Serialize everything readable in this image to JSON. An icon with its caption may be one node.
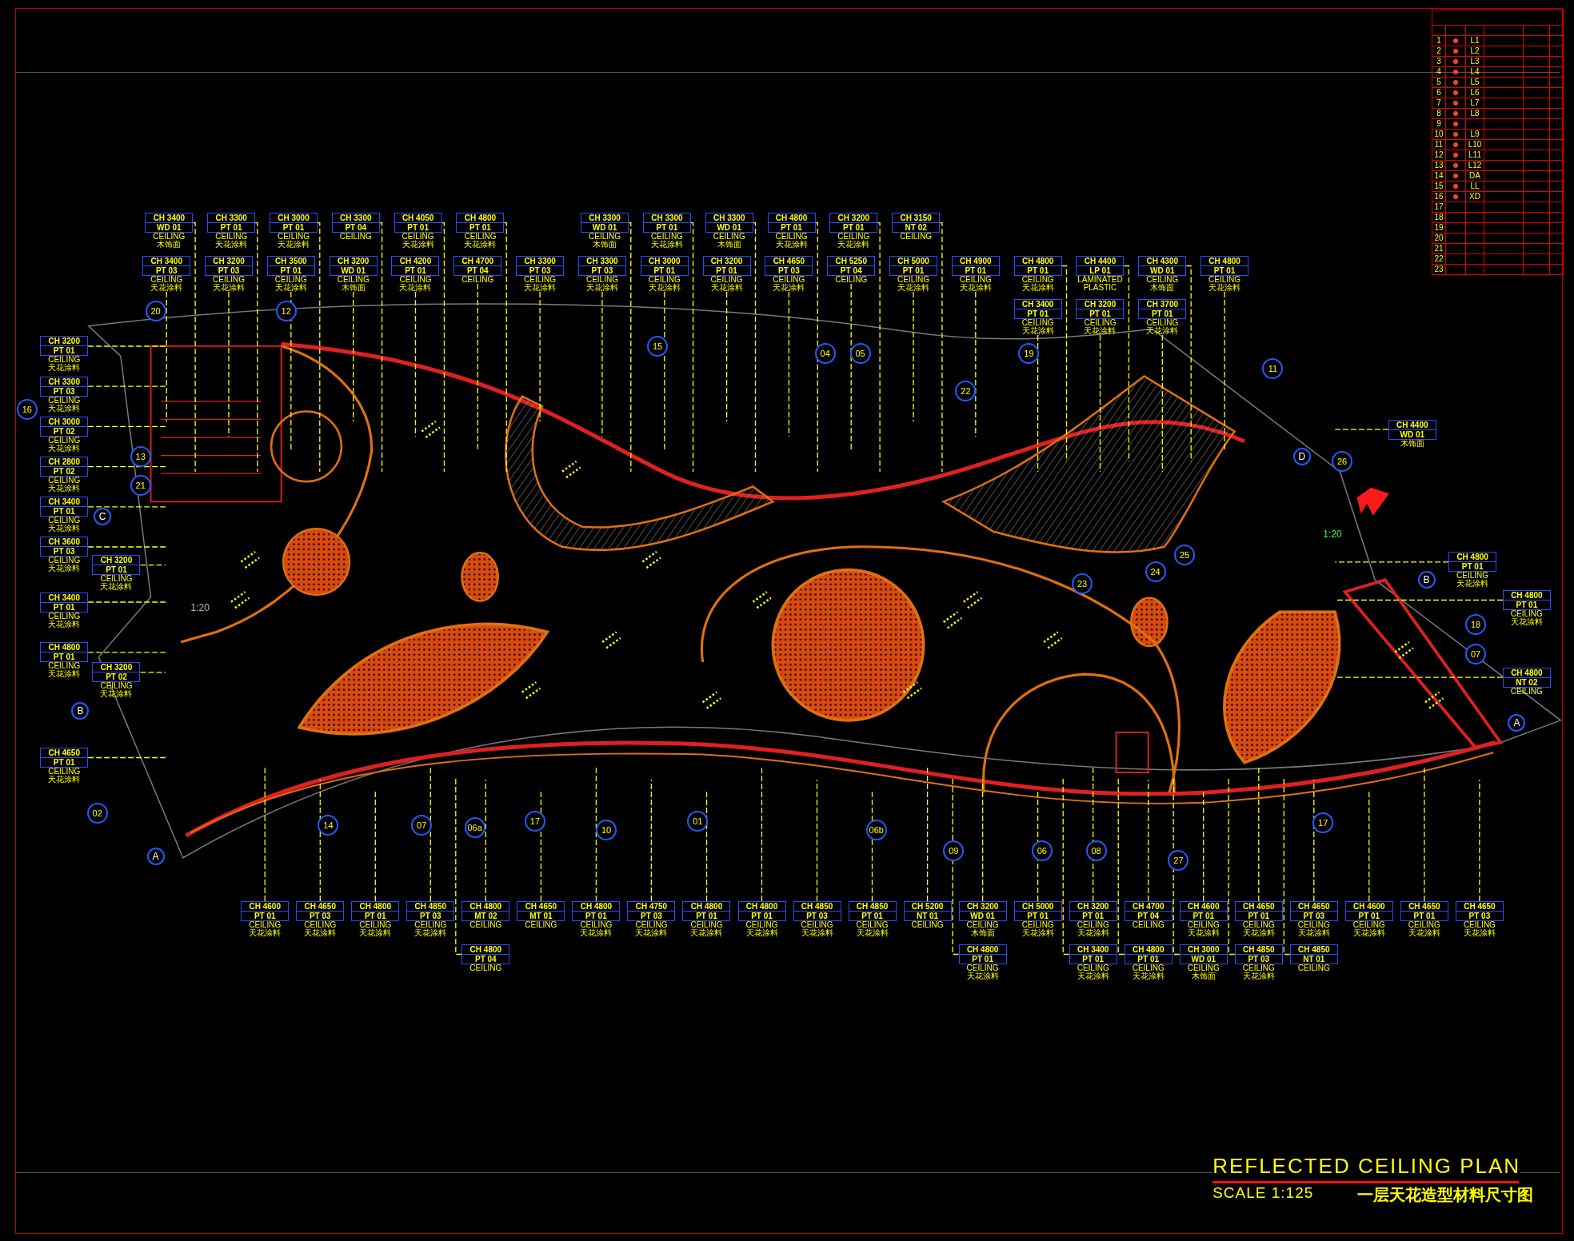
{
  "diagram": {
    "title": "REFLECTED CEILING PLAN",
    "nodes": [
      {
        "text": [
          "CH 3400",
          "WD 01",
          "CEILING",
          "木饰面"
        ]
      },
      {
        "text": [
          "CH 3300",
          "PT 01",
          "CEILING",
          "天花涂料"
        ]
      },
      {
        "text": [
          "CH 3000",
          "PT 01",
          "CEILING",
          "天花涂料"
        ]
      },
      {
        "text": [
          "CH 3300",
          "PT 04",
          "CEILING"
        ]
      },
      {
        "text": [
          "CH 4050",
          "PT 01",
          "CEILING",
          "天花涂料"
        ]
      },
      {
        "text": [
          "CH 4800",
          "PT 01",
          "CEILING",
          "天花涂料"
        ]
      },
      {
        "text": [
          "CH 3300",
          "WD 01",
          "CEILING",
          "木饰面"
        ]
      },
      {
        "text": [
          "CH 3300",
          "PT 01",
          "CEILING",
          "天花涂料"
        ]
      },
      {
        "text": [
          "CH 3300",
          "WD 01",
          "CEILING",
          "木饰面"
        ]
      },
      {
        "text": [
          "CH 4800",
          "PT 01",
          "CEILING",
          "天花涂料"
        ]
      },
      {
        "text": [
          "CH 3200",
          "PT 01",
          "CEILING",
          "天花涂料"
        ]
      },
      {
        "text": [
          "CH 3150",
          "NT 02",
          "CEILING"
        ]
      },
      {
        "text": [
          "CH 3400",
          "PT 03",
          "CEILING",
          "天花涂料"
        ]
      },
      {
        "text": [
          "CH 3200",
          "PT 03",
          "CEILING",
          "天花涂料"
        ]
      },
      {
        "text": [
          "CH 3500",
          "PT 01",
          "CEILING",
          "天花涂料"
        ]
      },
      {
        "text": [
          "CH 3200",
          "WD 01",
          "CEILING",
          "木饰面"
        ]
      },
      {
        "text": [
          "CH 4200",
          "PT 01",
          "CEILING",
          "天花涂料"
        ]
      },
      {
        "text": [
          "CH 4700",
          "PT 04",
          "CEILING"
        ]
      },
      {
        "text": [
          "CH 3300",
          "PT 03",
          "CEILING",
          "天花涂料"
        ]
      },
      {
        "text": [
          "CH 3300",
          "PT 03",
          "CEILING",
          "天花涂料"
        ]
      },
      {
        "text": [
          "CH 3000",
          "PT 01",
          "CEILING",
          "天花涂料"
        ]
      },
      {
        "text": [
          "CH 3200",
          "PT 01",
          "CEILING",
          "天花涂料"
        ]
      },
      {
        "text": [
          "CH 4650",
          "PT 03",
          "CEILING",
          "天花涂料"
        ]
      },
      {
        "text": [
          "CH 5250",
          "PT 04",
          "CEILING"
        ]
      },
      {
        "text": [
          "CH 5000",
          "PT 01",
          "CEILING",
          "天花涂料"
        ]
      },
      {
        "text": [
          "CH 4900",
          "PT 01",
          "CEILING",
          "天花涂料"
        ]
      },
      {
        "text": [
          "CH 4800",
          "PT 01",
          "CEILING",
          "天花涂料"
        ]
      },
      {
        "text": [
          "CH 4400",
          "LP 01",
          "LAMINATED PLASTIC"
        ]
      },
      {
        "text": [
          "CH 4300",
          "WD 01",
          "CEILING",
          "木饰面"
        ]
      },
      {
        "text": [
          "CH 4800",
          "PT 01",
          "CEILING",
          "天花涂料"
        ]
      },
      {
        "text": [
          "CH 3400",
          "PT 01",
          "CEILING",
          "天花涂料"
        ]
      },
      {
        "text": [
          "CH 3200",
          "PT 01",
          "CEILING",
          "天花涂料"
        ]
      },
      {
        "text": [
          "CH 3700",
          "PT 01",
          "CEILING",
          "天花涂料"
        ]
      },
      {
        "text": [
          "CH 3200",
          "PT 01",
          "CEILING",
          "天花涂料"
        ]
      },
      {
        "text": [
          "CH 3300",
          "PT 03",
          "CEILING",
          "天花涂料"
        ]
      },
      {
        "text": [
          "CH 3000",
          "PT 02",
          "CEILING",
          "天花涂料"
        ]
      },
      {
        "text": [
          "CH 2800",
          "PT 02",
          "CEILING",
          "天花涂料"
        ]
      },
      {
        "text": [
          "CH 3400",
          "PT 01",
          "CEILING",
          "天花涂料"
        ]
      },
      {
        "text": [
          "CH 3600",
          "PT 03",
          "CEILING",
          "天花涂料"
        ]
      },
      {
        "text": [
          "CH 3200",
          "PT 01",
          "CEILING",
          "天花涂料"
        ]
      },
      {
        "text": [
          "CH 3400",
          "PT 01",
          "CEILING",
          "天花涂料"
        ]
      },
      {
        "text": [
          "CH 4800",
          "PT 01",
          "CEILING",
          "天花涂料"
        ]
      },
      {
        "text": [
          "CH 3200",
          "PT 02",
          "CEILING",
          "天花涂料"
        ]
      },
      {
        "text": [
          "CH 4650",
          "PT 01",
          "CEILING",
          "天花涂料"
        ]
      },
      {
        "text": [
          "CH 4400",
          "WD 01",
          "木饰面"
        ]
      },
      {
        "text": [
          "CH 4800",
          "PT 01",
          "CEILING",
          "天花涂料"
        ]
      },
      {
        "text": [
          "CH 4800",
          "PT 01",
          "CEILING",
          "天花涂料"
        ]
      },
      {
        "text": [
          "CH 4800",
          "NT 02",
          "CEILING"
        ]
      },
      {
        "text": [
          "CH 4600",
          "PT 01",
          "CEILING",
          "天花涂料"
        ]
      },
      {
        "text": [
          "CH 4650",
          "PT 03",
          "CEILING",
          "天花涂料"
        ]
      },
      {
        "text": [
          "CH 4800",
          "PT 01",
          "CEILING",
          "天花涂料"
        ]
      },
      {
        "text": [
          "CH 4850",
          "PT 03",
          "CEILING",
          "天花涂料"
        ]
      },
      {
        "text": [
          "CH 4800",
          "MT 02",
          "CEILING"
        ]
      },
      {
        "text": [
          "CH 4650",
          "MT 01",
          "CEILING"
        ]
      },
      {
        "text": [
          "CH 4800",
          "PT 01",
          "CEILING",
          "天花涂料"
        ]
      },
      {
        "text": [
          "CH 4750",
          "PT 03",
          "CEILING",
          "天花涂料"
        ]
      },
      {
        "text": [
          "CH 4800",
          "PT 01",
          "CEILING",
          "天花涂料"
        ]
      },
      {
        "text": [
          "CH 4800",
          "PT 01",
          "CEILING",
          "天花涂料"
        ]
      },
      {
        "text": [
          "CH 4850",
          "PT 03",
          "CEILING",
          "天花涂料"
        ]
      },
      {
        "text": [
          "CH 4850",
          "PT 01",
          "CEILING",
          "天花涂料"
        ]
      },
      {
        "text": [
          "CH 5200",
          "NT 01",
          "CEILING"
        ]
      },
      {
        "text": [
          "CH 3200",
          "WD 01",
          "CEILING",
          "木饰面"
        ]
      },
      {
        "text": [
          "CH 5000",
          "PT 01",
          "CEILING",
          "天花涂料"
        ]
      },
      {
        "text": [
          "CH 3200",
          "PT 01",
          "CEILING",
          "天花涂料"
        ]
      },
      {
        "text": [
          "CH 4700",
          "PT 04",
          "CEILING"
        ]
      },
      {
        "text": [
          "CH 4600",
          "PT 01",
          "CEILING",
          "天花涂料"
        ]
      },
      {
        "text": [
          "CH 4650",
          "PT 01",
          "CEILING",
          "天花涂料"
        ]
      },
      {
        "text": [
          "CH 4650",
          "PT 03",
          "CEILING",
          "天花涂料"
        ]
      },
      {
        "text": [
          "CH 4600",
          "PT 01",
          "CEILING",
          "天花涂料"
        ]
      },
      {
        "text": [
          "CH 4650",
          "PT 01",
          "CEILING",
          "天花涂料"
        ]
      },
      {
        "text": [
          "CH 4650",
          "PT 03",
          "CEILING",
          "天花涂料"
        ]
      },
      {
        "text": [
          "CH 4800",
          "PT 04",
          "CEILING"
        ]
      },
      {
        "text": [
          "CH 4800",
          "PT 01",
          "CEILING",
          "天花涂料"
        ]
      },
      {
        "text": [
          "CH 3400",
          "PT 01",
          "CEILING",
          "天花涂料"
        ]
      },
      {
        "text": [
          "CH 4800",
          "PT 01",
          "CEILING",
          "天花涂料"
        ]
      },
      {
        "text": [
          "CH 3000",
          "WD 01",
          "CEILING",
          "木饰面"
        ]
      },
      {
        "text": [
          "CH 4850",
          "PT 03",
          "CEILING",
          "天花涂料"
        ]
      },
      {
        "text": [
          "CH 4850",
          "NT 01",
          "CEILING"
        ]
      }
    ],
    "edges": [
      {
        "from": 0,
        "to": null,
        "arrow": "none",
        "style": "dashed"
      },
      {
        "from": 1,
        "to": null,
        "arrow": "none",
        "style": "dashed"
      },
      {
        "from": 2,
        "to": null,
        "arrow": "none",
        "style": "dashed"
      },
      {
        "from": 3,
        "to": null,
        "arrow": "none",
        "style": "dashed"
      },
      {
        "from": 4,
        "to": null,
        "arrow": "none",
        "style": "dashed"
      },
      {
        "from": 5,
        "to": null,
        "arrow": "none",
        "style": "dashed"
      },
      {
        "from": 6,
        "to": null,
        "arrow": "none",
        "style": "dashed"
      },
      {
        "from": 7,
        "to": null,
        "arrow": "none",
        "style": "dashed"
      },
      {
        "from": 8,
        "to": null,
        "arrow": "none",
        "style": "dashed"
      },
      {
        "from": 9,
        "to": null,
        "arrow": "none",
        "style": "dashed"
      },
      {
        "from": 10,
        "to": null,
        "arrow": "none",
        "style": "dashed"
      },
      {
        "from": 11,
        "to": null,
        "arrow": "none",
        "style": "dashed"
      },
      {
        "from": 12,
        "to": null,
        "arrow": "none",
        "style": "dashed"
      },
      {
        "from": 13,
        "to": null,
        "arrow": "none",
        "style": "dashed"
      },
      {
        "from": 14,
        "to": null,
        "arrow": "none",
        "style": "dashed"
      },
      {
        "from": 15,
        "to": null,
        "arrow": "none",
        "style": "dashed"
      },
      {
        "from": 16,
        "to": null,
        "arrow": "none",
        "style": "dashed"
      },
      {
        "from": 17,
        "to": null,
        "arrow": "none",
        "style": "dashed"
      },
      {
        "from": 18,
        "to": null,
        "arrow": "none",
        "style": "dashed"
      },
      {
        "from": 19,
        "to": null,
        "arrow": "none",
        "style": "dashed"
      },
      {
        "from": 20,
        "to": null,
        "arrow": "none",
        "style": "dashed"
      },
      {
        "from": 21,
        "to": null,
        "arrow": "none",
        "style": "dashed"
      },
      {
        "from": 22,
        "to": null,
        "arrow": "none",
        "style": "dashed"
      },
      {
        "from": 23,
        "to": null,
        "arrow": "none",
        "style": "dashed"
      },
      {
        "from": 24,
        "to": null,
        "arrow": "none",
        "style": "dashed"
      },
      {
        "from": 25,
        "to": null,
        "arrow": "none",
        "style": "dashed"
      },
      {
        "from": 26,
        "to": null,
        "arrow": "none",
        "style": "dashed"
      },
      {
        "from": 27,
        "to": null,
        "arrow": "none",
        "style": "dashed"
      },
      {
        "from": 28,
        "to": null,
        "arrow": "none",
        "style": "dashed"
      },
      {
        "from": 29,
        "to": null,
        "arrow": "none",
        "style": "dashed"
      },
      {
        "from": 30,
        "to": null,
        "arrow": "none",
        "style": "dashed"
      },
      {
        "from": 31,
        "to": null,
        "arrow": "none",
        "style": "dashed"
      },
      {
        "from": 32,
        "to": null,
        "arrow": "none",
        "style": "dashed"
      },
      {
        "from": 33,
        "to": null,
        "arrow": "none",
        "style": "dashed"
      },
      {
        "from": 34,
        "to": null,
        "arrow": "none",
        "style": "dashed"
      },
      {
        "from": 35,
        "to": null,
        "arrow": "none",
        "style": "dashed"
      },
      {
        "from": 36,
        "to": null,
        "arrow": "none",
        "style": "dashed"
      },
      {
        "from": 37,
        "to": null,
        "arrow": "none",
        "style": "dashed"
      },
      {
        "from": 38,
        "to": null,
        "arrow": "none",
        "style": "dashed"
      },
      {
        "from": 39,
        "to": null,
        "arrow": "none",
        "style": "dashed"
      },
      {
        "from": 40,
        "to": null,
        "arrow": "none",
        "style": "dashed"
      },
      {
        "from": 41,
        "to": null,
        "arrow": "none",
        "style": "dashed"
      },
      {
        "from": 42,
        "to": null,
        "arrow": "none",
        "style": "dashed"
      },
      {
        "from": 43,
        "to": null,
        "arrow": "none",
        "style": "dashed"
      },
      {
        "from": 44,
        "to": null,
        "arrow": "none",
        "style": "dashed"
      },
      {
        "from": 45,
        "to": null,
        "arrow": "none",
        "style": "dashed"
      },
      {
        "from": 46,
        "to": null,
        "arrow": "none",
        "style": "dashed"
      },
      {
        "from": 47,
        "to": null,
        "arrow": "none",
        "style": "dashed"
      },
      {
        "from": 48,
        "to": null,
        "arrow": "none",
        "style": "dashed"
      },
      {
        "from": 49,
        "to": null,
        "arrow": "none",
        "style": "dashed"
      },
      {
        "from": 50,
        "to": null,
        "arrow": "none",
        "style": "dashed"
      },
      {
        "from": 51,
        "to": null,
        "arrow": "none",
        "style": "dashed"
      },
      {
        "from": 52,
        "to": null,
        "arrow": "none",
        "style": "dashed"
      },
      {
        "from": 53,
        "to": null,
        "arrow": "none",
        "style": "dashed"
      },
      {
        "from": 54,
        "to": null,
        "arrow": "none",
        "style": "dashed"
      },
      {
        "from": 55,
        "to": null,
        "arrow": "none",
        "style": "dashed"
      },
      {
        "from": 56,
        "to": null,
        "arrow": "none",
        "style": "dashed"
      },
      {
        "from": 57,
        "to": null,
        "arrow": "none",
        "style": "dashed"
      },
      {
        "from": 58,
        "to": null,
        "arrow": "none",
        "style": "dashed"
      },
      {
        "from": 59,
        "to": null,
        "arrow": "none",
        "style": "dashed"
      },
      {
        "from": 60,
        "to": null,
        "arrow": "none",
        "style": "dashed"
      },
      {
        "from": 61,
        "to": null,
        "arrow": "none",
        "style": "dashed"
      },
      {
        "from": 62,
        "to": null,
        "arrow": "none",
        "style": "dashed"
      },
      {
        "from": 63,
        "to": null,
        "arrow": "none",
        "style": "dashed"
      },
      {
        "from": 64,
        "to": null,
        "arrow": "none",
        "style": "dashed"
      },
      {
        "from": 65,
        "to": null,
        "arrow": "none",
        "style": "dashed"
      },
      {
        "from": 66,
        "to": null,
        "arrow": "none",
        "style": "dashed"
      },
      {
        "from": 67,
        "to": null,
        "arrow": "none",
        "style": "dashed"
      },
      {
        "from": 68,
        "to": null,
        "arrow": "none",
        "style": "dashed"
      },
      {
        "from": 69,
        "to": null,
        "arrow": "none",
        "style": "dashed"
      },
      {
        "from": 70,
        "to": null,
        "arrow": "none",
        "style": "dashed"
      },
      {
        "from": 71,
        "to": null,
        "arrow": "none",
        "style": "dashed"
      },
      {
        "from": 72,
        "to": null,
        "arrow": "none",
        "style": "dashed"
      },
      {
        "from": 73,
        "to": null,
        "arrow": "none",
        "style": "dashed"
      },
      {
        "from": 74,
        "to": null,
        "arrow": "none",
        "style": "dashed"
      },
      {
        "from": 75,
        "to": null,
        "arrow": "none",
        "style": "dashed"
      },
      {
        "from": 76,
        "to": null,
        "arrow": "none",
        "style": "dashed"
      },
      {
        "from": 77,
        "to": null,
        "arrow": "none",
        "style": "dashed"
      }
    ],
    "labels": [
      "1",
      "L1",
      "2",
      "L2",
      "3",
      "L3",
      "4",
      "L4",
      "5",
      "L5",
      "6",
      "L6",
      "7",
      "L7",
      "8",
      "L8",
      "9",
      "10",
      "L9",
      "11",
      "L10",
      "12",
      "L11",
      "13",
      "L12",
      "14",
      "DA",
      "15",
      "LL",
      "16",
      "XD",
      "17",
      "18",
      "19",
      "20",
      "21",
      "22",
      "23",
      "20",
      "12",
      "15",
      "04",
      "05",
      "19",
      "22",
      "11",
      "26",
      "16",
      "13",
      "21",
      "02",
      "14",
      "07",
      "06a",
      "17",
      "10",
      "01",
      "06b",
      "09",
      "06",
      "08",
      "27",
      "23",
      "24",
      "25",
      "18",
      "07",
      "17",
      "A",
      "A",
      "B",
      "B",
      "C",
      "D",
      "1:20",
      "1:20",
      "SCALE 1:125",
      "一层天花造型材料尺寸图"
    ]
  }
}
